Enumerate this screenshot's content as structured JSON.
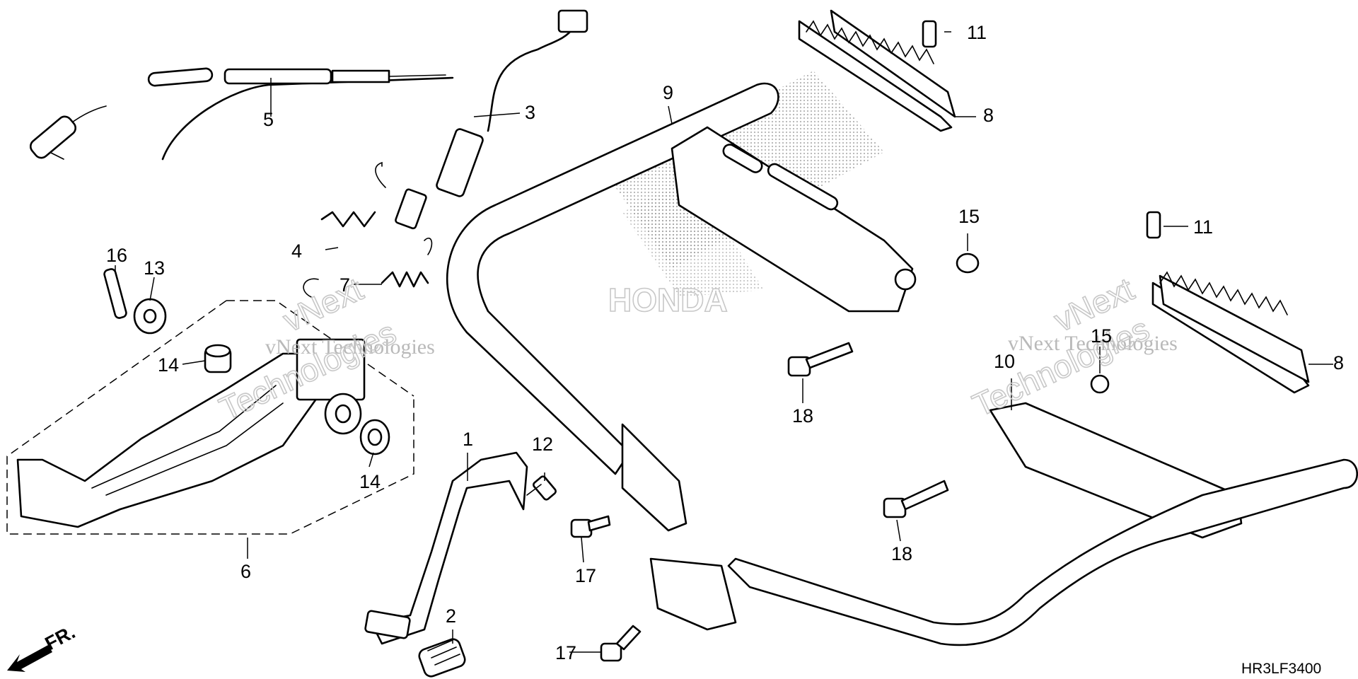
{
  "diagram": {
    "part_labels": {
      "p1": "1",
      "p2": "2",
      "p3": "3",
      "p4": "4",
      "p5": "5",
      "p6": "6",
      "p7": "7",
      "p8a": "8",
      "p8b": "8",
      "p9": "9",
      "p10": "10",
      "p11a": "11",
      "p11b": "11",
      "p12": "12",
      "p13": "13",
      "p14a": "14",
      "p14b": "14",
      "p15a": "15",
      "p15b": "15",
      "p16": "16",
      "p17a": "17",
      "p17b": "17",
      "p18a": "18",
      "p18b": "18"
    },
    "watermarks": {
      "w1": "vNext Technologies",
      "w2": "vNext Technologies",
      "w3": "vNext",
      "w4": "Technologies",
      "w5": "vNext",
      "w6": "Technologies"
    },
    "background_logo": "HONDA",
    "front_indicator": "FR.",
    "diagram_code": "HR3LF3400"
  }
}
